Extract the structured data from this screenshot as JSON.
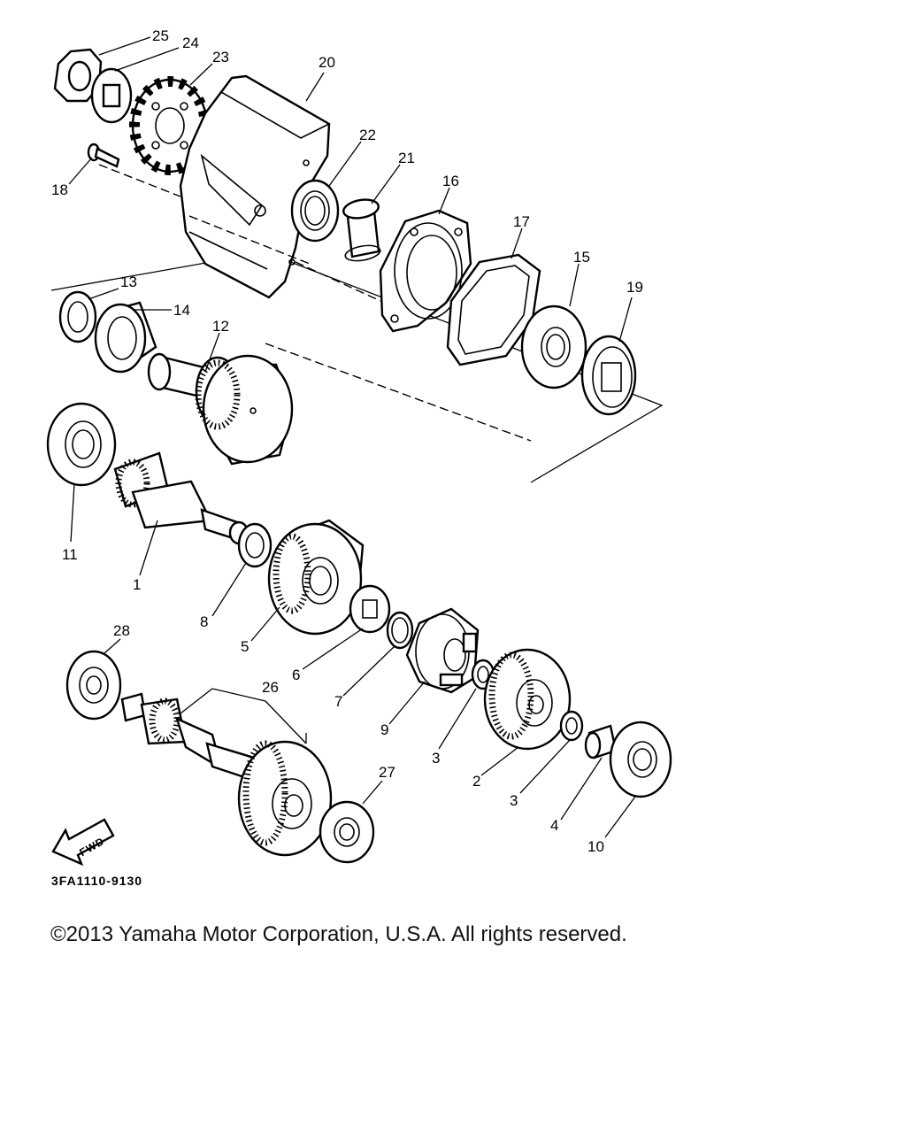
{
  "callouts": {
    "c1": "1",
    "c2": "2",
    "c3a": "3",
    "c3b": "3",
    "c4": "4",
    "c5": "5",
    "c6": "6",
    "c7": "7",
    "c8": "8",
    "c9": "9",
    "c10": "10",
    "c11": "11",
    "c12": "12",
    "c13": "13",
    "c14": "14",
    "c15": "15",
    "c16": "16",
    "c17": "17",
    "c18": "18",
    "c19": "19",
    "c20": "20",
    "c21": "21",
    "c22": "22",
    "c23": "23",
    "c24": "24",
    "c25": "25",
    "c26": "26",
    "c27": "27",
    "c28": "28"
  },
  "fwd_label": "FWD",
  "diagram_code": "3FA1110-9130",
  "copyright": "©2013 Yamaha Motor Corporation, U.S.A. All rights reserved."
}
